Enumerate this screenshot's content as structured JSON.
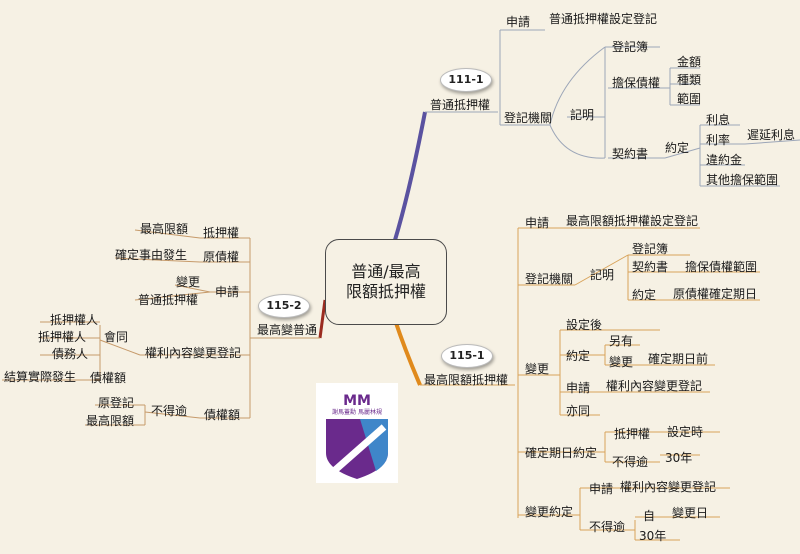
{
  "center": {
    "line1": "普通/最高",
    "line2": "限額抵押權"
  },
  "top": {
    "badge": "111-1",
    "title": "普通抵押權",
    "apply": "申請",
    "apply_item": "普通抵押權設定登記",
    "office": "登記機關",
    "note": "記明",
    "register": "登記簿",
    "claim": "擔保債權",
    "amount": "金額",
    "kind": "種類",
    "scope": "範圍",
    "contract": "契約書",
    "agree": "約定",
    "interest": "利息",
    "rate": "利率",
    "late": "遲延利息",
    "penalty": "違約金",
    "other": "其他擔保範圍"
  },
  "bottom": {
    "badge": "115-1",
    "title": "最高限額抵押權",
    "apply": "申請",
    "apply_item": "最高限額抵押權設定登記",
    "office": "登記機關",
    "note": "記明",
    "register": "登記簿",
    "contract": "契約書",
    "claim_scope": "擔保債權範圍",
    "agree": "約定",
    "fix_date": "原債權確定期日",
    "change": "變更",
    "after": "設定後",
    "agree2": "約定",
    "extra": "另有",
    "change2": "變更",
    "fix_before": "確定期日前",
    "apply2": "申請",
    "rights_change": "權利內容變更登記",
    "same": "亦同",
    "fix_agree": "確定期日約定",
    "mortgagee": "抵押權",
    "at_setup": "設定時",
    "not_exceed": "不得逾",
    "years": "30年",
    "change_agree": "變更約定",
    "apply3": "申請",
    "rights_change2": "權利內容變更登記",
    "not_exceed2": "不得逾",
    "from": "自",
    "change_day": "變更日",
    "years2": "30年"
  },
  "left": {
    "badge": "115-2",
    "title": "最高變普通",
    "mortgage": "抵押權",
    "max_amount": "最高限額",
    "original_claim": "原債權",
    "cause": "確定事由發生",
    "apply": "申請",
    "modify": "變更",
    "ordinary": "普通抵押權",
    "rights_change": "權利內容變更登記",
    "together": "會同",
    "mortgagee": "抵押權人",
    "mortgagor": "抵押權人",
    "debtor": "債務人",
    "settle": "結算實際發生",
    "claim_amount": "債權額",
    "claim_amount2": "債權額",
    "not_exceed": "不得逾",
    "orig_reg": "原登記",
    "max2": "最高限額"
  },
  "logo": {
    "text": "謝馬蓋勳 馬麗林規",
    "colors": {
      "purple": "#6a2a8c",
      "blue": "#3f86c9",
      "white": "#ffffff"
    }
  },
  "colors": {
    "top_branch": "#5a52a0",
    "bottom_branch": "#e08a1c",
    "left_branch": "#9a2b1f",
    "top_lines": "#9ca6b8",
    "bottom_lines": "#d8a35a",
    "left_lines": "#c69a6a"
  }
}
